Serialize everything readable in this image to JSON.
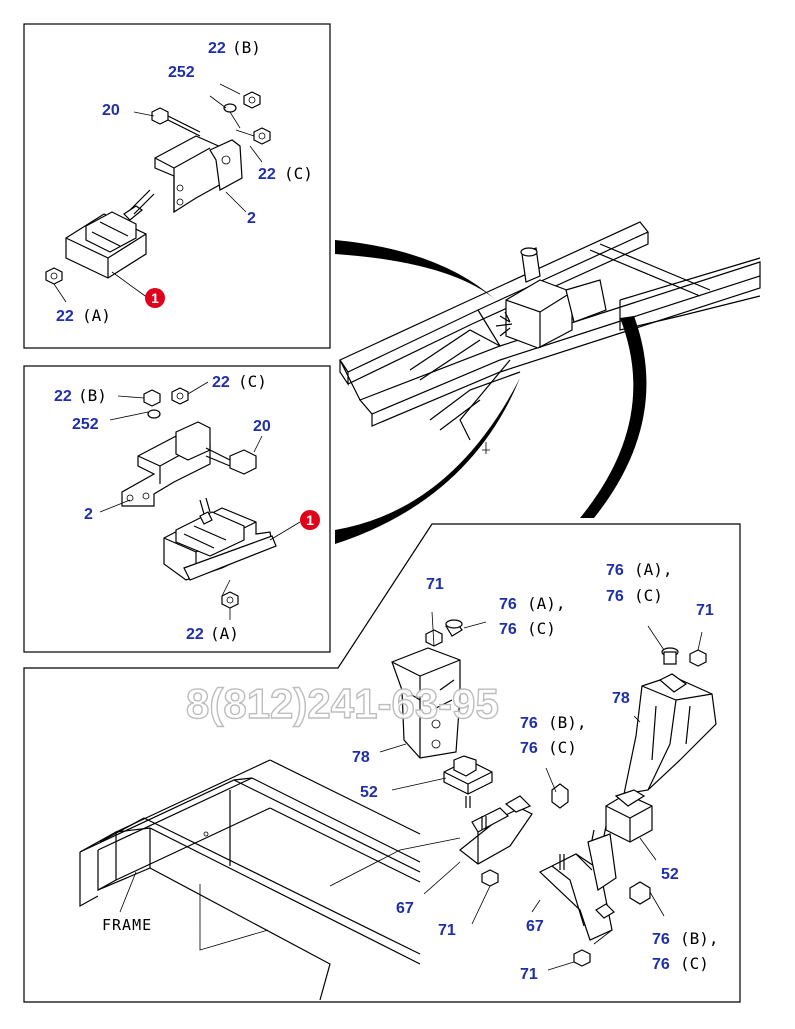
{
  "labels": {
    "tl_22b": "22",
    "tl_22b_s": "(B)",
    "tl_252": "252",
    "tl_20": "20",
    "tl_22c": "22",
    "tl_22c_s": "(C)",
    "tl_2": "2",
    "tl_22a": "22",
    "tl_22a_s": "(A)",
    "ml_22b": "22",
    "ml_22b_s": "(B)",
    "ml_22c": "22",
    "ml_22c_s": "(C)",
    "ml_252": "252",
    "ml_20": "20",
    "ml_2": "2",
    "ml_22a": "22",
    "ml_22a_s": "(A)",
    "b_71a": "71",
    "b_76a1": "76",
    "b_76a1_s": "(A),",
    "b_76c1": "76",
    "b_76c1_s": "(C)",
    "b_78a": "78",
    "b_52a": "52",
    "b_76b1": "76",
    "b_76b1_s": "(B),",
    "b_76c2": "76",
    "b_76c2_s": "(C)",
    "b_67a": "67",
    "b_71b": "71",
    "r_76a": "76",
    "r_76a_s": "(A),",
    "r_76c": "76",
    "r_76c_s": "(C)",
    "r_71": "71",
    "r_78": "78",
    "r_52": "52",
    "r_67": "67",
    "r_71b": "71",
    "r_76b": "76",
    "r_76b_s": "(B),",
    "r_76c2": "76",
    "r_76c2_s": "(C)"
  },
  "frame_label": "FRAME",
  "marker_top": "1",
  "marker_mid": "1",
  "watermark_phone": "8(812)241-63-95",
  "colors": {
    "label_blue": "#1f2fa8",
    "marker_red": "#e0001b",
    "line": "#000000"
  }
}
